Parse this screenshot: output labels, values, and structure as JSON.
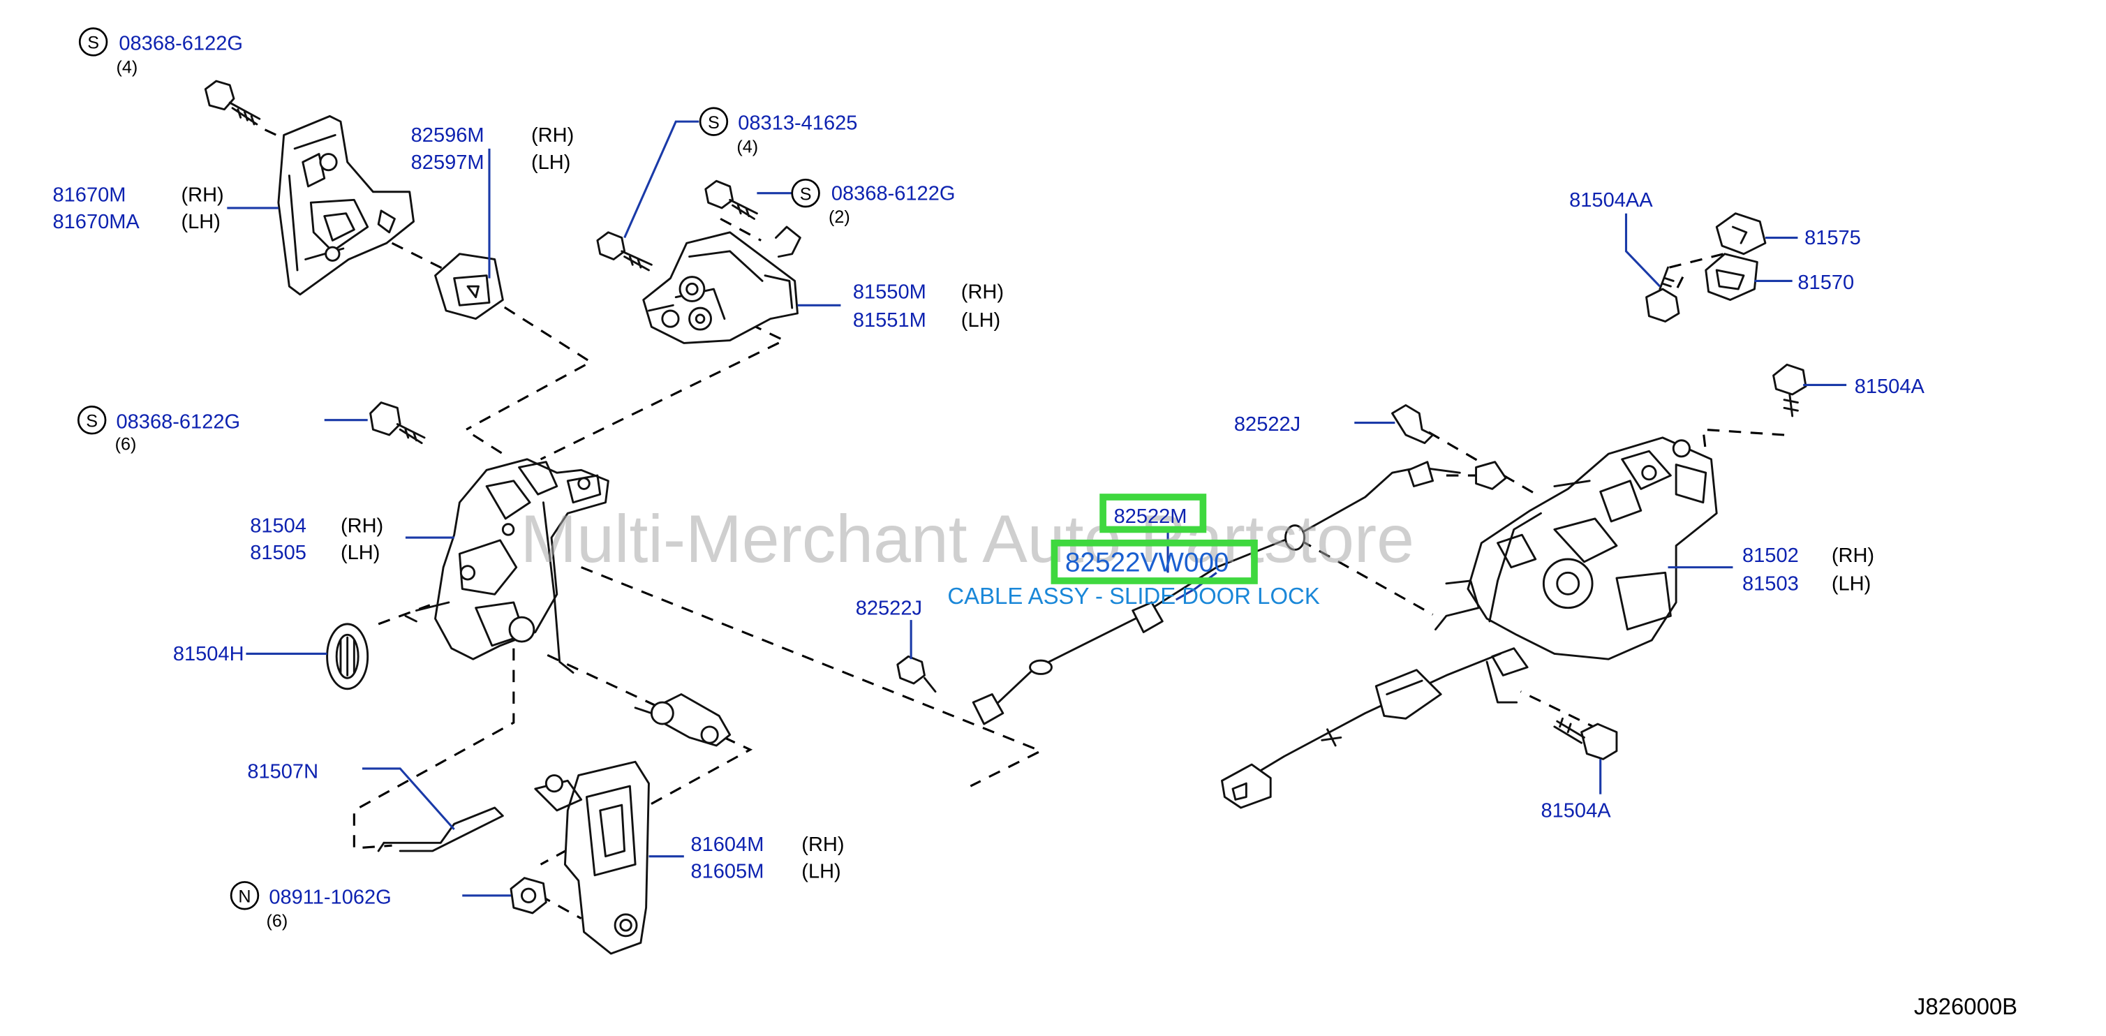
{
  "watermark": "Multi-Merchant Auto Partstore",
  "reference_code": "J826000B",
  "selected_part": {
    "highlighted_part_number": "82522VW000",
    "highlighted_callout": "82522M",
    "description": "CABLE ASSY - SLIDE DOOR LOCK"
  },
  "side_labels": {
    "rh": "(RH)",
    "lh": "(LH)"
  },
  "callouts": {
    "screw_s_top": {
      "symbol": "S",
      "part": "08368-6122G",
      "qty": "(4)"
    },
    "bracket_81670": {
      "rh_part": "81670M",
      "lh_part": "81670MA"
    },
    "cover_82596": {
      "rh_part": "82596M",
      "lh_part": "82597M"
    },
    "screw_s_08313": {
      "symbol": "S",
      "part": "08313-41625",
      "qty": "(4)"
    },
    "screw_s_mid": {
      "symbol": "S",
      "part": "08368-6122G",
      "qty": "(2)"
    },
    "actuator_81550": {
      "rh_part": "81550M",
      "lh_part": "81551M"
    },
    "screw_s_left": {
      "symbol": "S",
      "part": "08368-6122G",
      "qty": "(6)"
    },
    "lock_81504": {
      "rh_part": "81504",
      "lh_part": "81505"
    },
    "grommet_81504H": {
      "part": "81504H"
    },
    "rod_81507N": {
      "part": "81507N"
    },
    "handle_81604": {
      "rh_part": "81604M",
      "lh_part": "81605M"
    },
    "nut_n": {
      "symbol": "N",
      "part": "08911-1062G",
      "qty": "(6)"
    },
    "clip_82522J_center": {
      "part": "82522J"
    },
    "clip_82522J_right": {
      "part": "82522J"
    },
    "bolt_81504AA": {
      "part": "81504AA"
    },
    "striker_81575": {
      "part": "81575"
    },
    "striker_81570": {
      "part": "81570"
    },
    "bolt_81504A_top": {
      "part": "81504A"
    },
    "lock_assy_81502": {
      "rh_part": "81502",
      "lh_part": "81503"
    },
    "bolt_81504A_bottom": {
      "part": "81504A"
    }
  }
}
